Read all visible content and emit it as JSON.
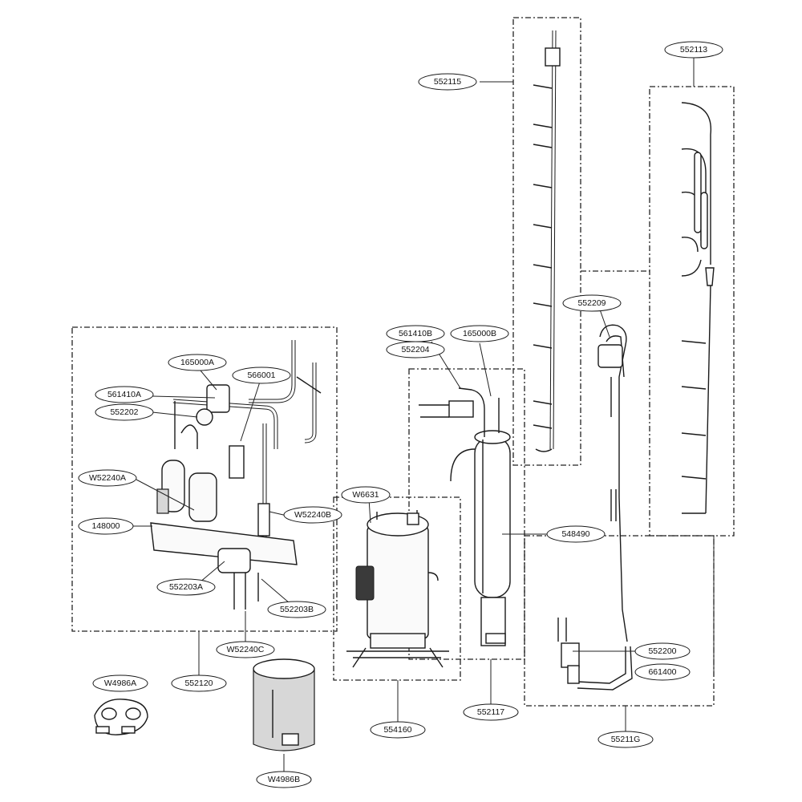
{
  "labels": {
    "l552115": "552115",
    "l552113": "552113",
    "l552209": "552209",
    "l561410B": "561410B",
    "l165000B": "165000B",
    "l552204": "552204",
    "l165000A": "165000A",
    "l566001": "566001",
    "l561410A": "561410A",
    "l552202": "552202",
    "lW52240A": "W52240A",
    "lW6631": "W6631",
    "lW52240B": "W52240B",
    "l148000": "148000",
    "l548490": "548490",
    "l552203A": "552203A",
    "l552203B": "552203B",
    "lW52240C": "W52240C",
    "l552200": "552200",
    "l661400": "661400",
    "l552120": "552120",
    "lW4986A": "W4986A",
    "l552117": "552117",
    "l554160": "554160",
    "l55211G": "55211G",
    "lW4986B": "W4986B"
  }
}
